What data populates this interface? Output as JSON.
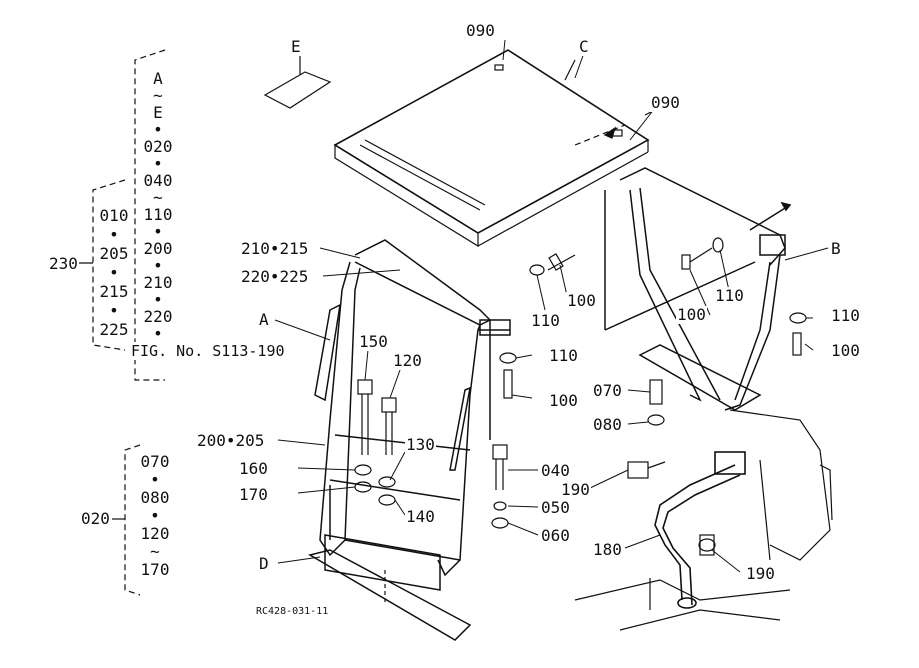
{
  "labels": {
    "E": "E",
    "C": "C",
    "B": "B",
    "A": "A",
    "D": "D",
    "p090a": "090",
    "p090b": "090",
    "p100a": "100",
    "p110a": "110",
    "p100b": "100",
    "p110b": "110",
    "p110c": "110",
    "p100c": "100",
    "p110d": "110",
    "p100d": "100",
    "p070": "070",
    "p080": "080",
    "p210": "210•215",
    "p220": "220•225",
    "p150": "150",
    "p120": "120",
    "p130": "130",
    "p200": "200•205",
    "p160": "160",
    "p170": "170",
    "p140": "140",
    "p040": "040",
    "p050": "050",
    "p060": "060",
    "p190a": "190",
    "p180": "180",
    "p190b": "190",
    "p230": "230",
    "p020": "020",
    "fig": "FIG. No. S113-190",
    "code": "RC428-031-11"
  },
  "legend_top": [
    "A",
    "~",
    "E",
    "•",
    "020",
    "•",
    "040",
    "~",
    "110",
    "•",
    "200",
    "•",
    "210",
    "•",
    "220",
    "•"
  ],
  "legend_mid": [
    "010",
    "•",
    "205",
    "•",
    "215",
    "•",
    "225"
  ],
  "legend_bottom": [
    "070",
    "•",
    "080",
    "•",
    "120",
    "~",
    "170"
  ],
  "colors": {
    "ink": "#111111",
    "paper": "#ffffff"
  }
}
